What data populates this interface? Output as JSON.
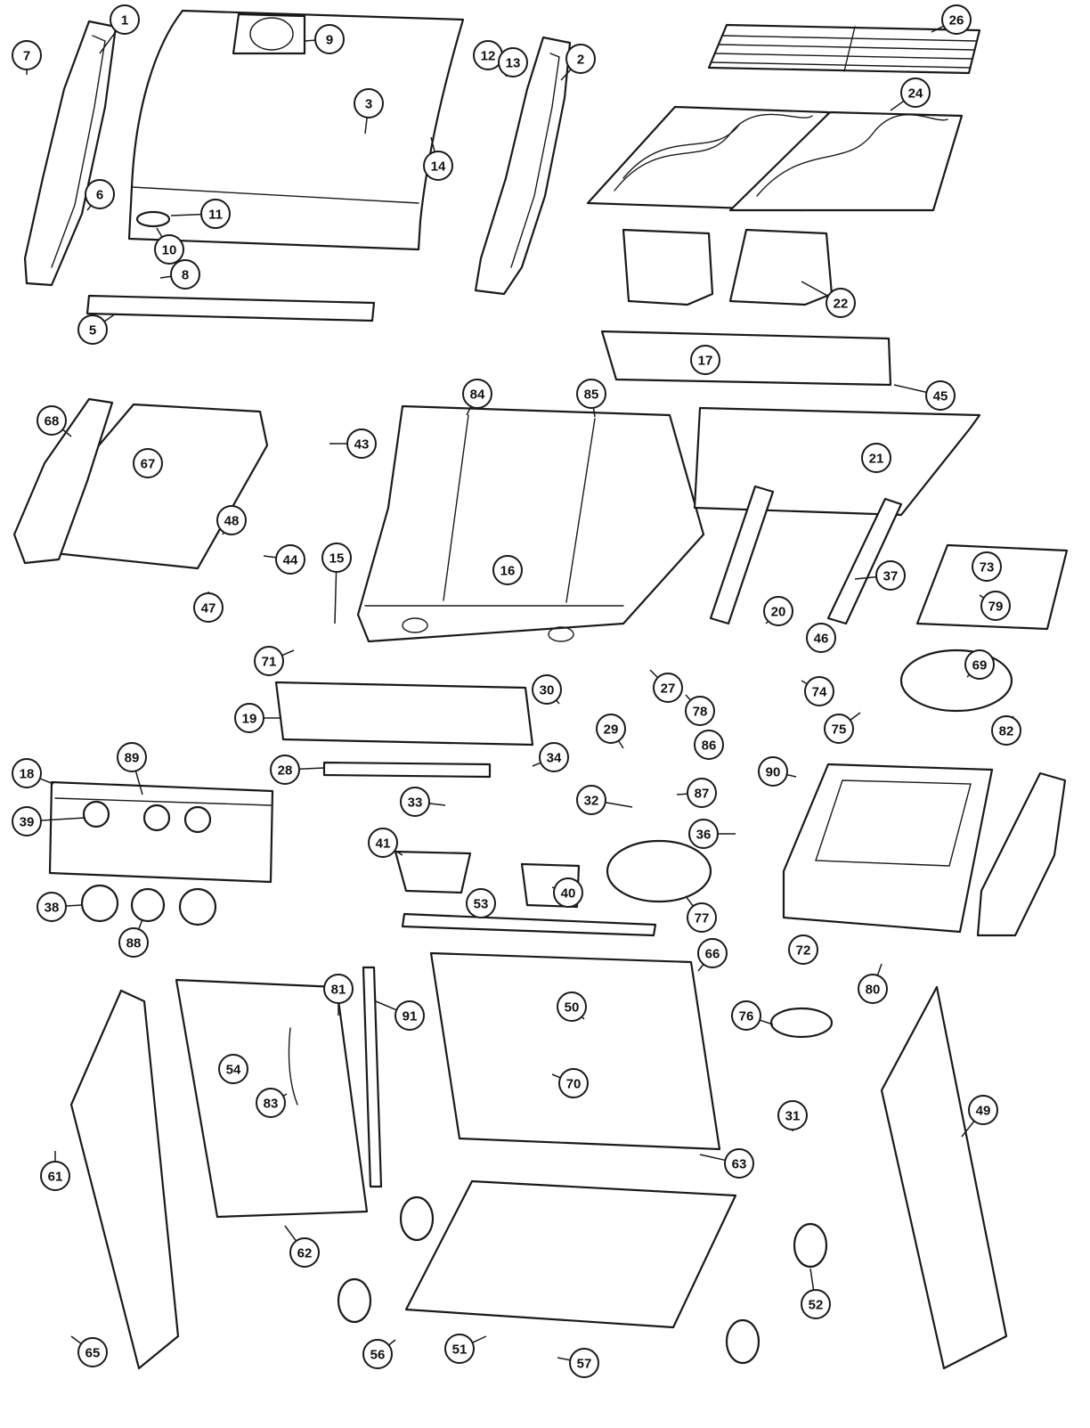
{
  "figure": {
    "type": "exploded-parts-diagram",
    "line_color": "#1a1a1a",
    "background": "#ffffff"
  },
  "callouts": [
    "1",
    "2",
    "3",
    "5",
    "6",
    "7",
    "8",
    "9",
    "10",
    "11",
    "12",
    "13",
    "14",
    "15",
    "16",
    "17",
    "18",
    "19",
    "20",
    "21",
    "22",
    "24",
    "26",
    "27",
    "28",
    "29",
    "30",
    "31",
    "32",
    "33",
    "34",
    "36",
    "37",
    "38",
    "39",
    "40",
    "41",
    "43",
    "44",
    "45",
    "46",
    "47",
    "48",
    "49",
    "50",
    "51",
    "52",
    "53",
    "54",
    "56",
    "57",
    "61",
    "62",
    "63",
    "65",
    "66",
    "67",
    "68",
    "69",
    "70",
    "71",
    "72",
    "73",
    "74",
    "75",
    "76",
    "77",
    "78",
    "79",
    "80",
    "81",
    "82",
    "83",
    "84",
    "85",
    "86",
    "87",
    "88",
    "89",
    "90",
    "91"
  ]
}
